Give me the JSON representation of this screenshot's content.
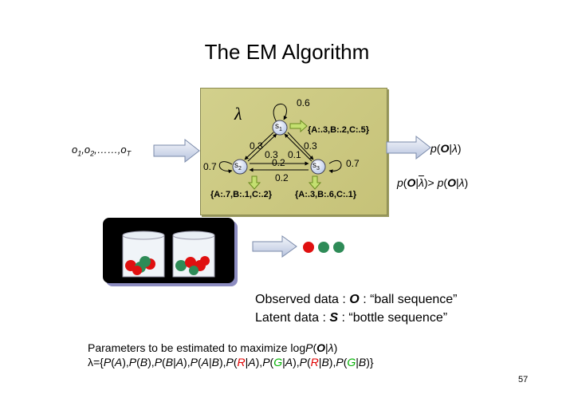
{
  "slide": {
    "title": "The EM Algorithm",
    "page_number": "57"
  },
  "hmm": {
    "lambda": "λ",
    "states": [
      "s1",
      "s2",
      "s3"
    ],
    "self_prob_top": "0.6",
    "self_prob_left": "0.7",
    "self_prob_right": "0.7",
    "edge_top_left": "0.3",
    "edge_top_right": "0.3",
    "edge_mid_a": "0.3",
    "edge_mid_b": "0.1",
    "edge_bottom_upper": "0.2",
    "edge_bottom_lower": "0.2",
    "emission_s1": "{A:.3,B:.2,C:.5}",
    "emission_s2": "{A:.7,B:.1,C:.2}",
    "emission_s3": "{A:.3,B:.6,C:.1}"
  },
  "observation_seq": "o1,o2,……,oT",
  "output_prob": "p(O|λ)",
  "comparison": "p(O|λ̄) > p(O|λ)",
  "balls_sequence_colors": [
    "#e01010",
    "#2e8b57",
    "#2e8b57"
  ],
  "notes": {
    "observed_line": "Observed data : O : “ball sequence”",
    "latent_line": "Latent data : S : “bottle sequence”",
    "params_line": "Parameters to be estimated to maximize logP(O|λ)",
    "params_set": "λ={P(A),P(B),P(B|A),P(A|B),P(R|A),P(G|A),P(R|B),P(G|B)}"
  }
}
